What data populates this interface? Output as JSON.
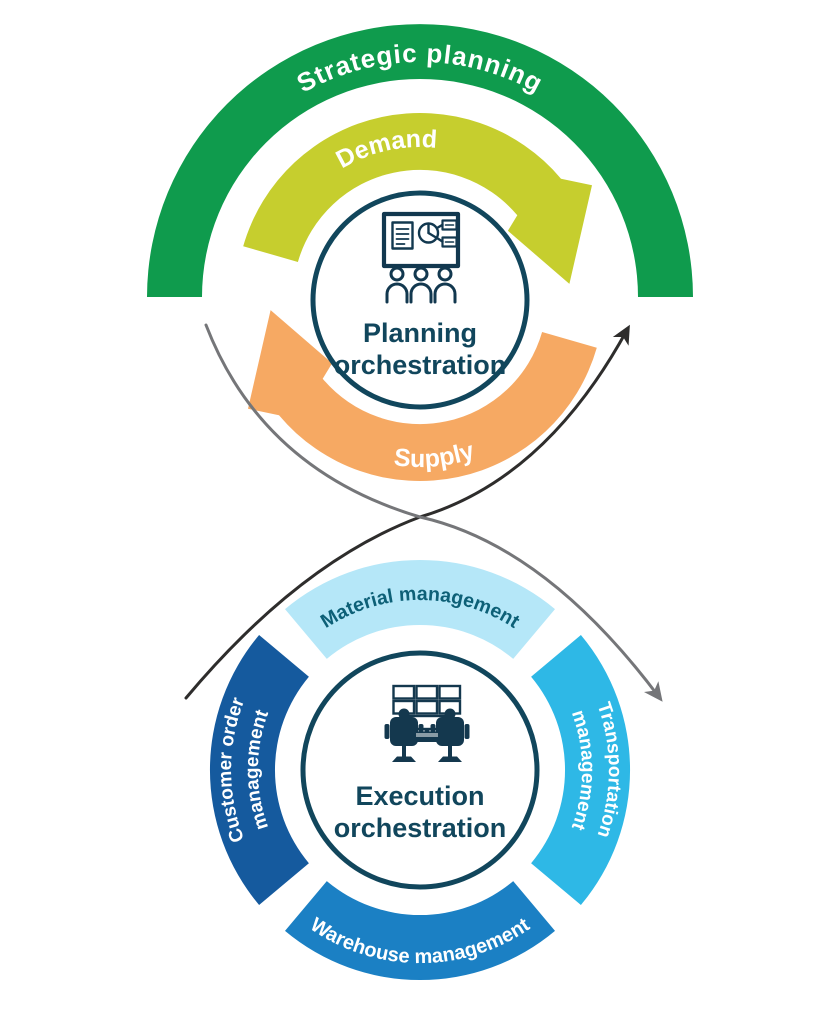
{
  "diagram": {
    "background": "#ffffff",
    "accent_navy": "#11465c",
    "planning_cycle": {
      "ring_label": "Strategic planning",
      "ring_color": "#0f9b4d",
      "arrows": [
        {
          "label": "Demand",
          "color": "#c6ce2e",
          "direction": "clockwise-over-top"
        },
        {
          "label": "Supply",
          "color": "#f6a963",
          "direction": "clockwise-under-bottom"
        }
      ],
      "center": {
        "title_line1": "Planning",
        "title_line2": "orchestration",
        "icon": "presentation-meeting-icon"
      }
    },
    "execution_cycle": {
      "segments": [
        {
          "position": "top",
          "label": "Material management",
          "color": "#b5e7f8",
          "text_color": "#0d6077"
        },
        {
          "position": "right",
          "label_line1": "Transportation",
          "label_line2": "management",
          "color": "#2eb8e6",
          "text_color": "#ffffff"
        },
        {
          "position": "bottom",
          "label": "Warehouse management",
          "color": "#1b80c4",
          "text_color": "#ffffff"
        },
        {
          "position": "left",
          "label_line1": "Customer order",
          "label_line2": "management",
          "color": "#155a9e",
          "text_color": "#ffffff"
        }
      ],
      "center": {
        "title_line1": "Execution",
        "title_line2": "orchestration",
        "icon": "control-room-icon"
      }
    },
    "flow_arrows": {
      "up_arrow_color": "#2e2d2c",
      "down_arrow_color": "#757679"
    }
  }
}
